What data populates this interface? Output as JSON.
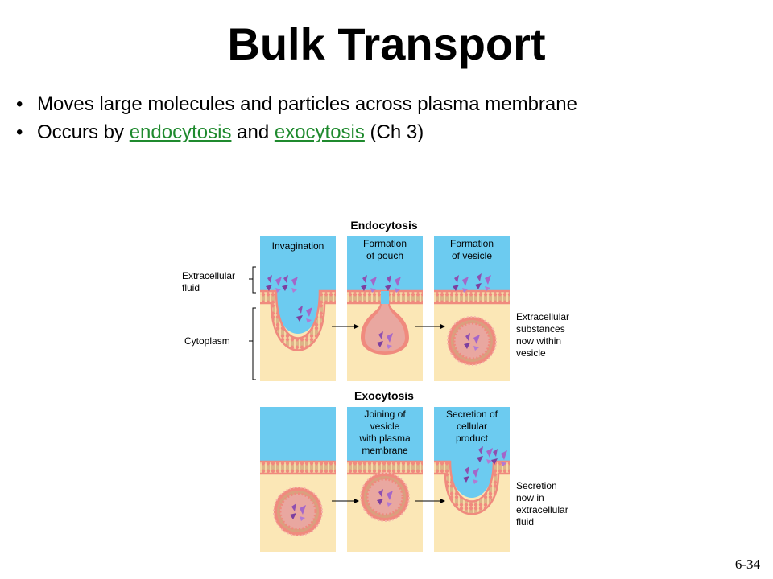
{
  "slide": {
    "title": "Bulk Transport",
    "bullets": {
      "b1": "Moves large molecules and particles across plasma membrane",
      "b2_prefix": "Occurs by ",
      "b2_link1": "endocytosis",
      "b2_mid": " and ",
      "b2_link2": "exocytosis",
      "b2_suffix": " (Ch 3)"
    },
    "page_number": "6-34"
  },
  "diagram": {
    "endocytosis_heading": "Endocytosis",
    "exocytosis_heading": "Exocytosis",
    "panels": {
      "invagination": "Invagination",
      "pouch_l1": "Formation",
      "pouch_l2": "of pouch",
      "vesicle_l1": "Formation",
      "vesicle_l2": "of vesicle",
      "join_l1": "Joining of",
      "join_l2": "vesicle",
      "join_l3": "with plasma",
      "join_l4": "membrane",
      "secretion_l1": "Secretion of",
      "secretion_l2": "cellular",
      "secretion_l3": "product"
    },
    "side_labels": {
      "extracellular_l1": "Extracellular",
      "extracellular_l2": "fluid",
      "cytoplasm": "Cytoplasm",
      "substances_l1": "Extracellular",
      "substances_l2": "substances",
      "substances_l3": "now within",
      "substances_l4": "vesicle",
      "secreted_l1": "Secretion",
      "secreted_l2": "now in",
      "secreted_l3": "extracellular",
      "secreted_l4": "fluid"
    },
    "colors": {
      "extracellular": "#6ccbf0",
      "cytoplasm": "#fbe7b6",
      "membrane_head": "#f08a7e",
      "membrane_tail": "#c98a6a",
      "vesicle_inside": "#e9a7a0",
      "particle": "#8e4fb0"
    }
  }
}
